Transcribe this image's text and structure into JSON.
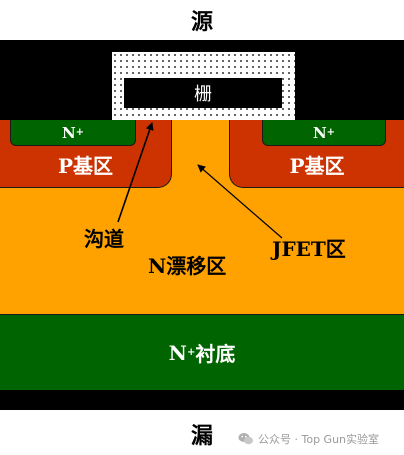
{
  "labels": {
    "source": "源",
    "drain": "漏",
    "gate": "栅",
    "p_base_left": "P基区",
    "p_base_right": "P基区",
    "n_plus_left": "N",
    "n_plus_right": "N",
    "n_plus_superscript": "+",
    "channel": "沟道",
    "jfet": "JFET区",
    "drift": "N漂移区",
    "substrate_prefix": "N",
    "substrate_superscript": "+",
    "substrate_suffix": "衬底"
  },
  "watermark": {
    "icon": "wechat-icon",
    "text": "公众号 · Top Gun实验室"
  },
  "colors": {
    "drift_region": "#ffa200",
    "p_base": "#cc3300",
    "n_plus": "#006400",
    "metal": "#000000",
    "gate_oxide_dots": "#3a3a3a"
  }
}
